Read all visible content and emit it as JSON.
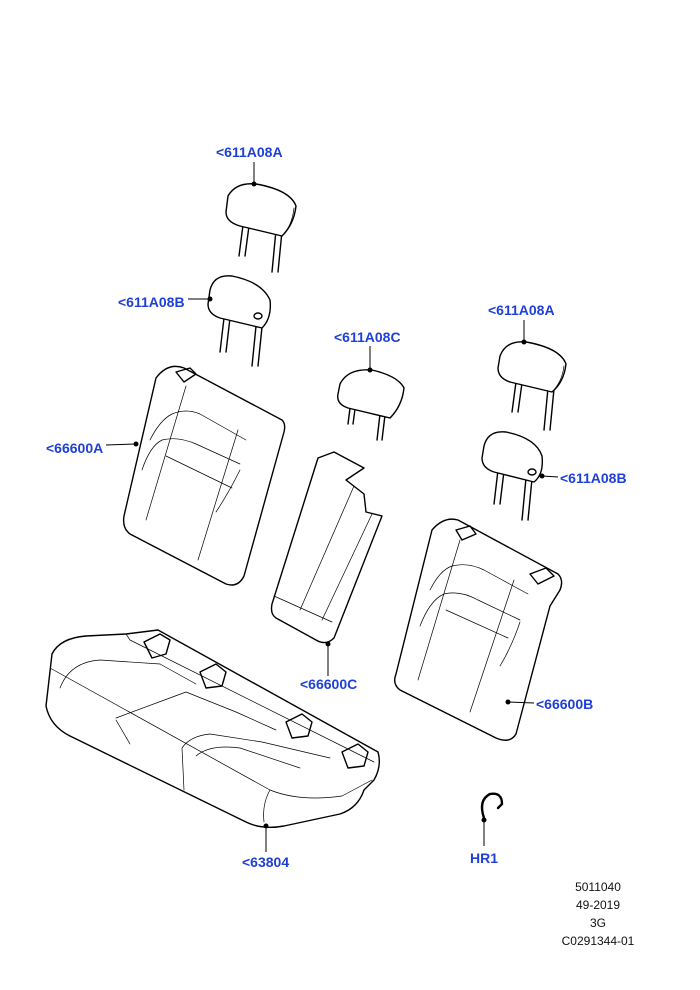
{
  "callouts": {
    "headrest_center_top": "<611A08A",
    "headrest_left": "<611A08B",
    "headrest_middle": "<611A08C",
    "headrest_right_top": "<611A08A",
    "headrest_right": "<611A08B",
    "backrest_left": "<66600A",
    "backrest_center": "<66600C",
    "backrest_right": "<66600B",
    "seat_cushion": "<63804",
    "hook_ring": "HR1"
  },
  "footer": {
    "line1": "5011040",
    "line2": "49-2019",
    "line3": "3G",
    "line4": "C0291344-01"
  },
  "colors": {
    "callout_text": "#1f3fd9",
    "line_art": "#000000"
  }
}
